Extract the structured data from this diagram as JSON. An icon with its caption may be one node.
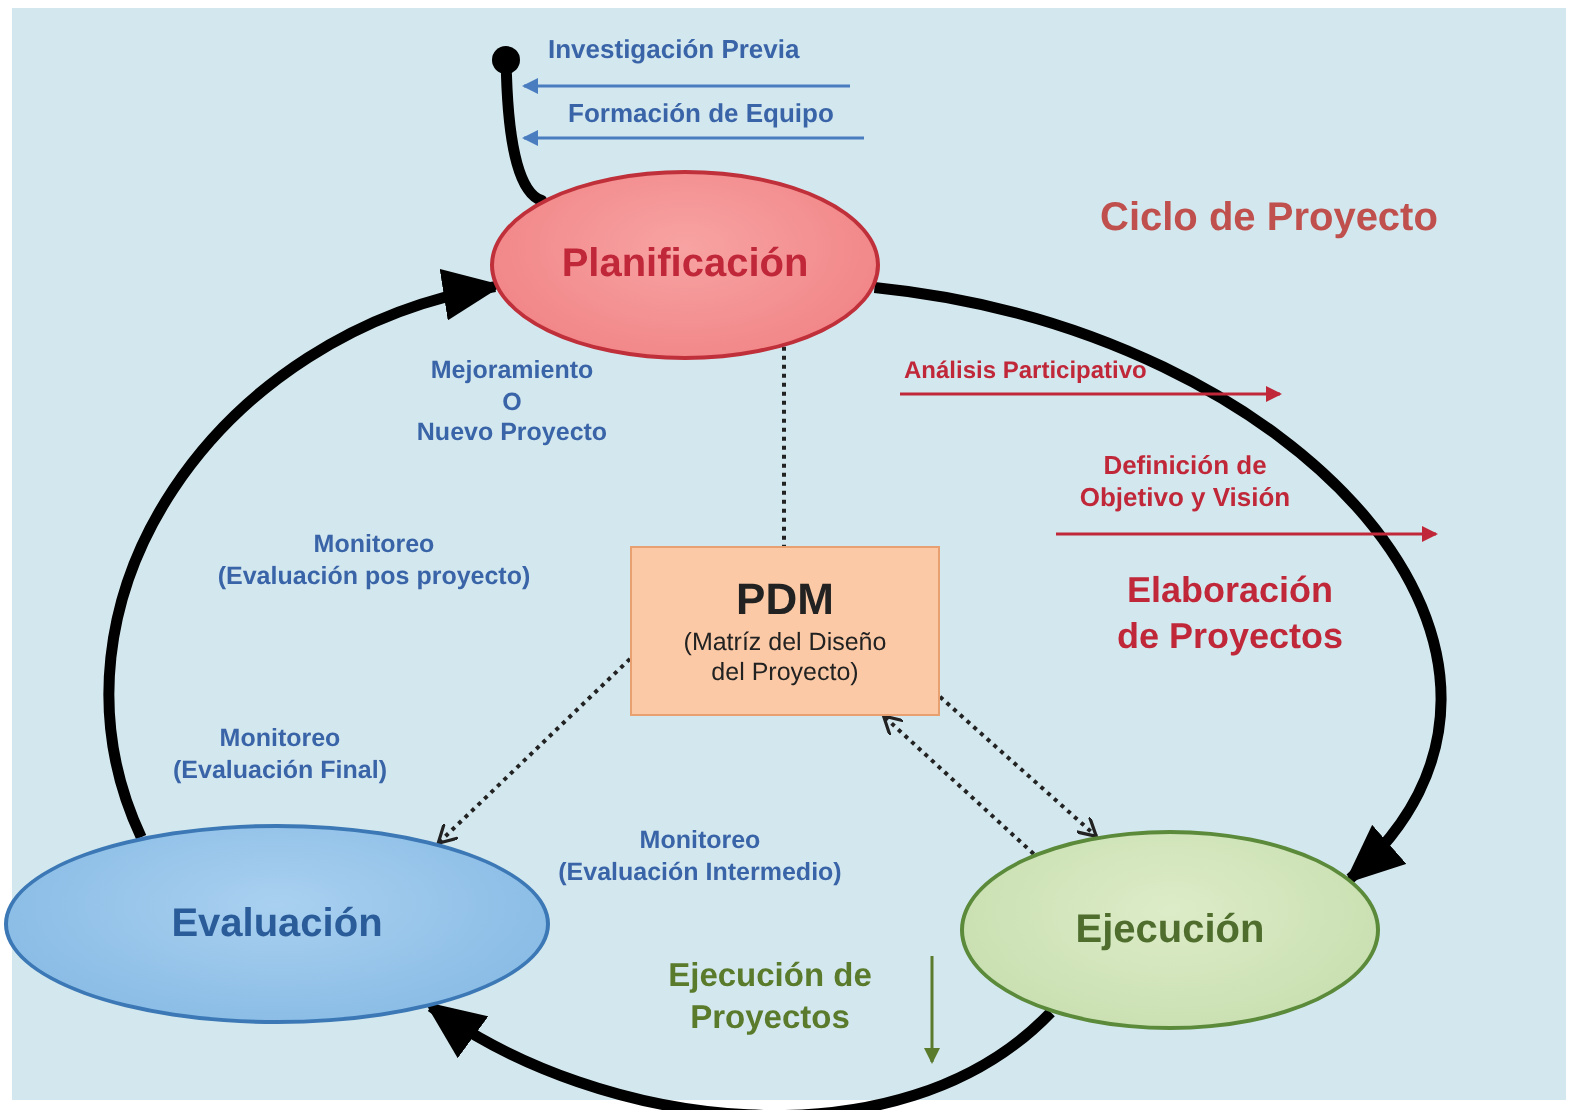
{
  "diagram": {
    "title": "Ciclo de Proyecto",
    "nodes": [
      {
        "text": [
          "Planificación"
        ]
      },
      {
        "text": [
          "Evaluación"
        ]
      },
      {
        "text": [
          "Ejecución"
        ]
      },
      {
        "text": [
          "PDM",
          "(Matríz del Diseño del Proyecto)"
        ]
      },
      {
        "text": [],
        "shape": "circle"
      }
    ],
    "edges": [
      {
        "from": 4,
        "to": 0,
        "arrow": "none",
        "style": "thick"
      },
      {
        "from": 0,
        "to": 2,
        "arrow": "to",
        "style": "thick"
      },
      {
        "from": 2,
        "to": 1,
        "arrow": "to",
        "style": "thick"
      },
      {
        "from": 1,
        "to": 0,
        "arrow": "to",
        "style": "thick"
      },
      {
        "from": 0,
        "to": 3,
        "arrow": "none",
        "style": "dashed"
      },
      {
        "from": 3,
        "to": 1,
        "arrow": "to",
        "style": "dashed"
      },
      {
        "from": 3,
        "to": 2,
        "arrow": "to",
        "style": "dashed"
      },
      {
        "from": 2,
        "to": 3,
        "arrow": "to",
        "style": "dashed"
      }
    ],
    "labels": [
      "Investigación Previa",
      "Formación de Equipo",
      "Análisis Participativo",
      "Mejoramiento O Nuevo Proyecto",
      "Definición de Objetivo y Visión",
      "Monitoreo (Evaluación pos proyecto)",
      "Elaboración de Proyectos",
      "Monitoreo (Evaluación Final)",
      "Monitoreo (Evaluación Intermedio)",
      "Ejecución de Proyectos"
    ]
  }
}
